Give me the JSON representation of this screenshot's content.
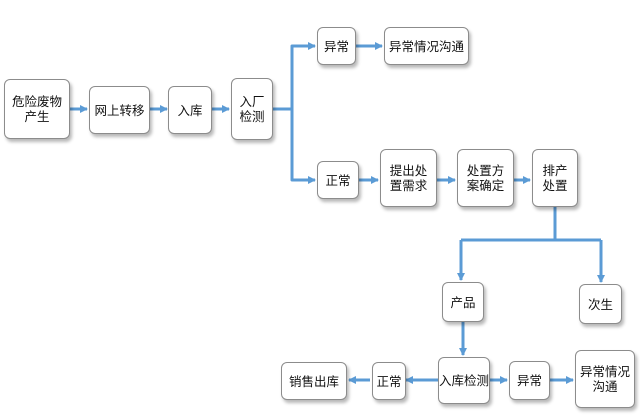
{
  "nodes": {
    "waste_generation": "危险废物\n产生",
    "online_transfer": "网上转移",
    "warehousing": "入库",
    "factory_inspection": "入厂\n检测",
    "abnormal_top": "异常",
    "abnormal_comm_top": "异常情况沟通",
    "normal_top": "正常",
    "propose_disposal": "提出处\n置需求",
    "disposal_plan": "处置方\n案确定",
    "arrange_disposal": "排产\n处置",
    "product": "产品",
    "byproduct": "次生",
    "warehouse_inspection": "入库检测",
    "normal_bottom": "正常",
    "sales_outbound": "销售出库",
    "abnormal_bottom": "异常",
    "abnormal_comm_bottom": "异常情况\n沟通"
  },
  "colors": {
    "arrow": "#5b9bd5",
    "border": "#8c8c8c"
  }
}
